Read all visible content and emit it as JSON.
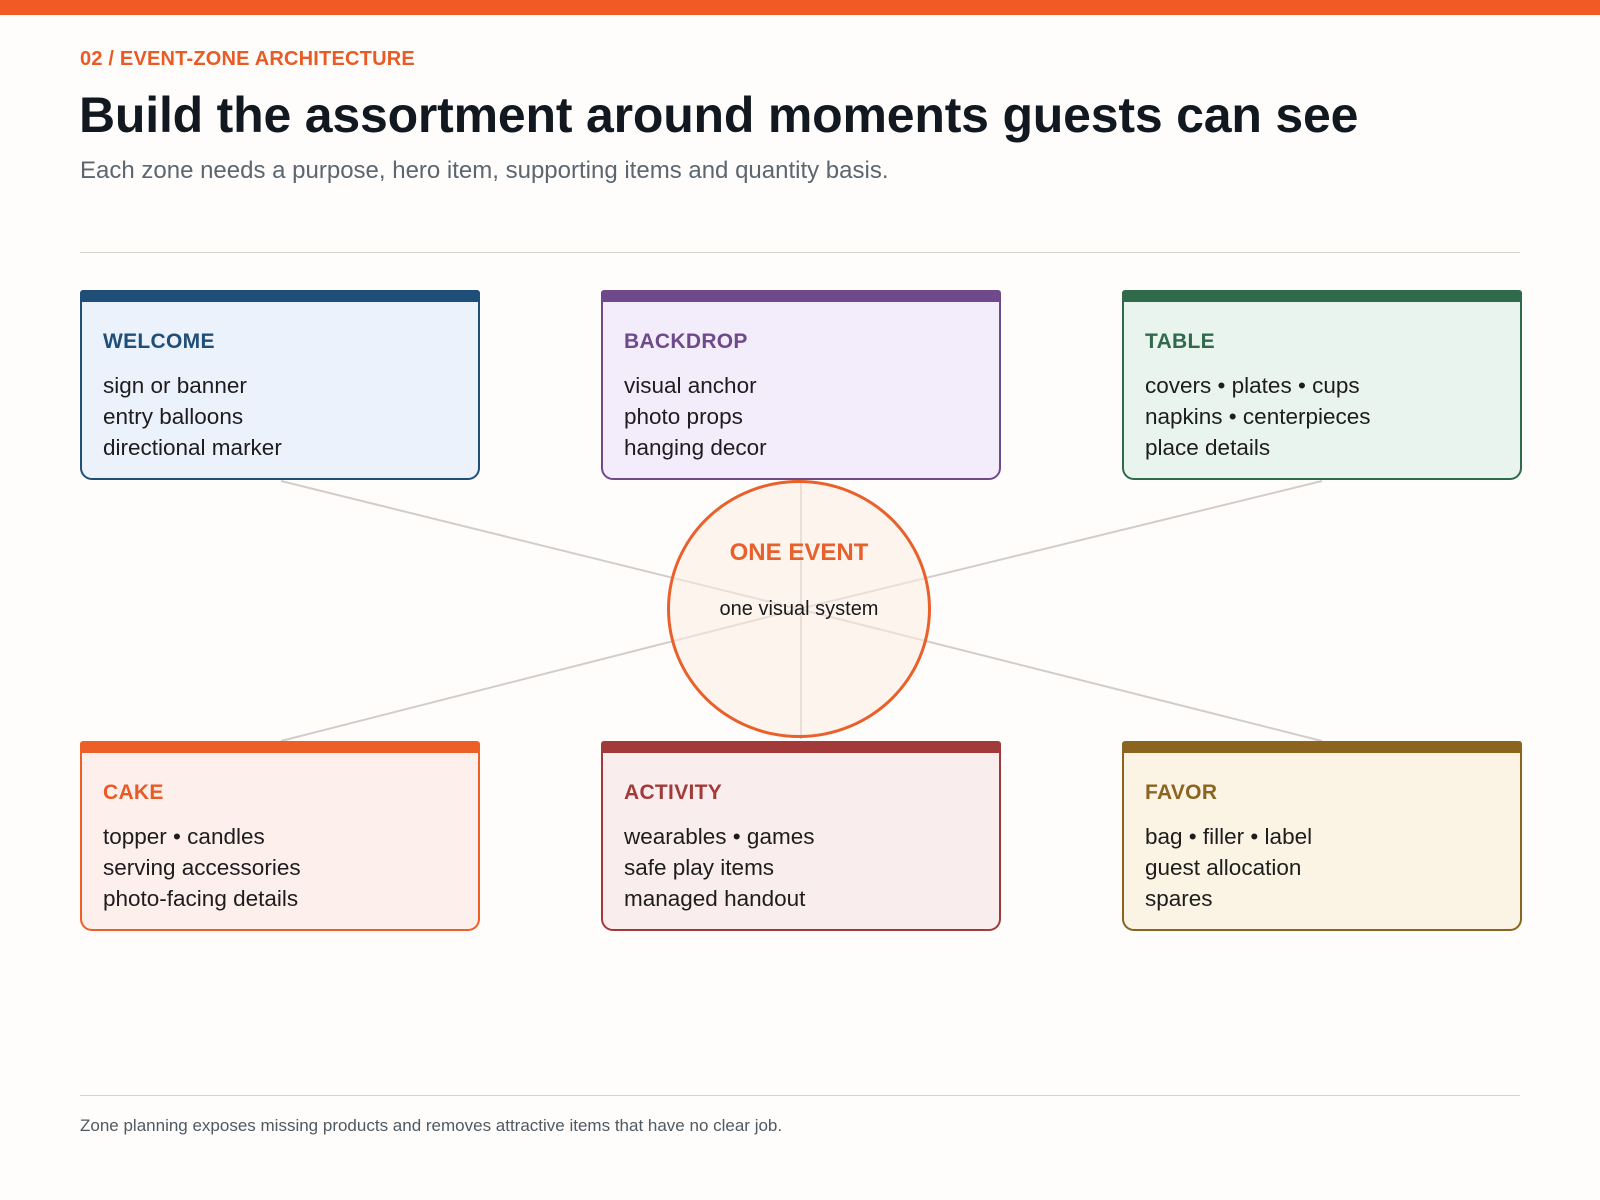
{
  "header": {
    "eyebrow": "02 / EVENT-ZONE ARCHITECTURE",
    "title": "Build the assortment around moments guests can see",
    "subtitle": "Each zone needs a purpose, hero item, supporting items and quantity basis."
  },
  "hub": {
    "title": "ONE EVENT",
    "subtitle": "one visual system",
    "color": "#e8602b"
  },
  "zones": [
    {
      "title": "WELCOME",
      "lines": [
        "sign or banner",
        "entry balloons",
        "directional marker"
      ],
      "color": "#1f4e79"
    },
    {
      "title": "BACKDROP",
      "lines": [
        "visual anchor",
        "photo props",
        "hanging decor"
      ],
      "color": "#6e4a8a"
    },
    {
      "title": "TABLE",
      "lines": [
        "covers • plates • cups",
        "napkins • centerpieces",
        "place details"
      ],
      "color": "#2f6b4a"
    },
    {
      "title": "CAKE",
      "lines": [
        "topper • candles",
        "serving accessories",
        "photo-facing details"
      ],
      "color": "#ec5f26"
    },
    {
      "title": "ACTIVITY",
      "lines": [
        "wearables • games",
        "safe play items",
        "managed handout"
      ],
      "color": "#a23a3a"
    },
    {
      "title": "FAVOR",
      "lines": [
        "bag • filler • label",
        "guest allocation",
        "spares"
      ],
      "color": "#8b6420"
    }
  ],
  "footer": {
    "note": "Zone planning exposes missing products and removes attractive items that have no clear job."
  }
}
